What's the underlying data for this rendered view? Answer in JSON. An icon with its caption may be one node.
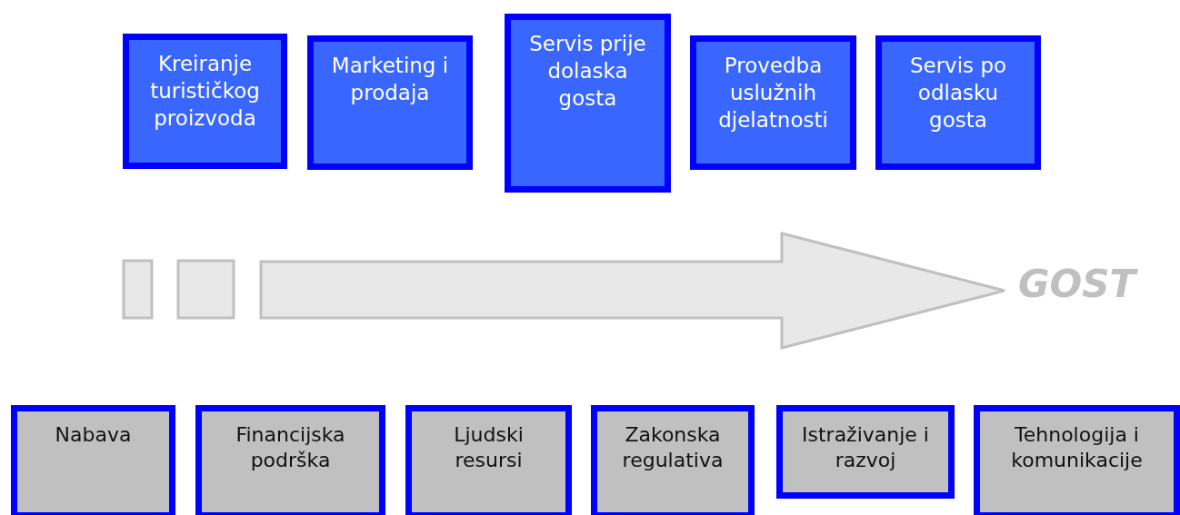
{
  "diagram": {
    "nodes": [
      {
        "text": [
          "Kreiranje turističkog proizvoda"
        ]
      },
      {
        "text": [
          "Marketing i prodaja"
        ]
      },
      {
        "text": [
          "Servis prije dolaska gosta"
        ]
      },
      {
        "text": [
          "Provedba uslužnih djelatnosti"
        ]
      },
      {
        "text": [
          "Servis po odlasku gosta"
        ]
      },
      {
        "text": [
          "Nabava"
        ]
      },
      {
        "text": [
          "Financijska podrška"
        ]
      },
      {
        "text": [
          "Ljudski resursi"
        ]
      },
      {
        "text": [
          "Zakonska regulativa"
        ]
      },
      {
        "text": [
          "Istraživanje i razvoj"
        ]
      },
      {
        "text": [
          "Tehnologija i komunikacije"
        ]
      }
    ],
    "edges": [],
    "labels": [
      "GOST"
    ]
  }
}
